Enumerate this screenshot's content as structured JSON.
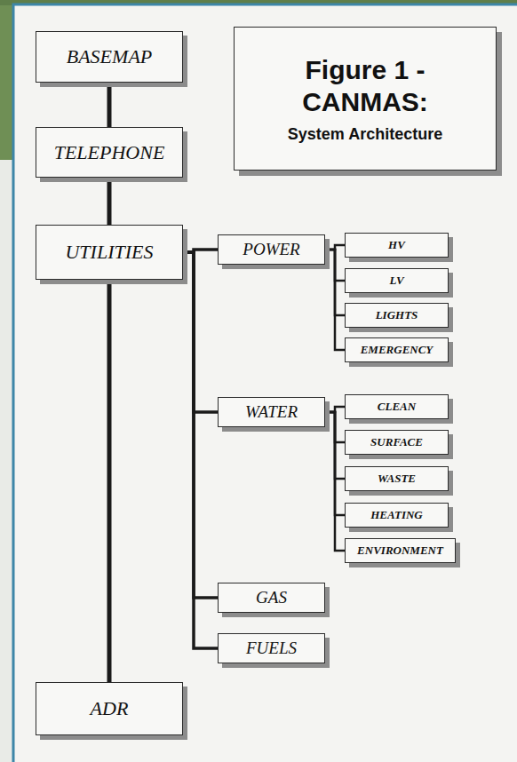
{
  "diagram": {
    "nodes": [
      {
        "text": [
          "BASEMAP"
        ]
      },
      {
        "text": [
          "Figure 1 - CANMAS:",
          "System Architecture"
        ]
      },
      {
        "text": [
          "TELEPHONE"
        ]
      },
      {
        "text": [
          "UTILITIES"
        ]
      },
      {
        "text": [
          "POWER"
        ]
      },
      {
        "text": [
          "HV"
        ]
      },
      {
        "text": [
          "LV"
        ]
      },
      {
        "text": [
          "LIGHTS"
        ]
      },
      {
        "text": [
          "EMERGENCY"
        ]
      },
      {
        "text": [
          "WATER"
        ]
      },
      {
        "text": [
          "CLEAN"
        ]
      },
      {
        "text": [
          "SURFACE"
        ]
      },
      {
        "text": [
          "WASTE"
        ]
      },
      {
        "text": [
          "HEATING"
        ]
      },
      {
        "text": [
          "ENVIRONMENT"
        ]
      },
      {
        "text": [
          "GAS"
        ]
      },
      {
        "text": [
          "FUELS"
        ]
      },
      {
        "text": [
          "ADR"
        ]
      }
    ],
    "edges": [
      {
        "from": 0,
        "to": 2,
        "arrow": "none"
      },
      {
        "from": 2,
        "to": 3,
        "arrow": "none"
      },
      {
        "from": 3,
        "to": 17,
        "arrow": "none"
      },
      {
        "from": 3,
        "to": 4,
        "arrow": "none"
      },
      {
        "from": 3,
        "to": 9,
        "arrow": "none"
      },
      {
        "from": 3,
        "to": 15,
        "arrow": "none"
      },
      {
        "from": 3,
        "to": 16,
        "arrow": "none"
      },
      {
        "from": 4,
        "to": 5,
        "arrow": "none"
      },
      {
        "from": 4,
        "to": 6,
        "arrow": "none"
      },
      {
        "from": 4,
        "to": 7,
        "arrow": "none"
      },
      {
        "from": 4,
        "to": 8,
        "arrow": "none"
      },
      {
        "from": 9,
        "to": 10,
        "arrow": "none"
      },
      {
        "from": 9,
        "to": 11,
        "arrow": "none"
      },
      {
        "from": 9,
        "to": 12,
        "arrow": "none"
      },
      {
        "from": 9,
        "to": 13,
        "arrow": "none"
      },
      {
        "from": 9,
        "to": 14,
        "arrow": "none"
      }
    ]
  }
}
